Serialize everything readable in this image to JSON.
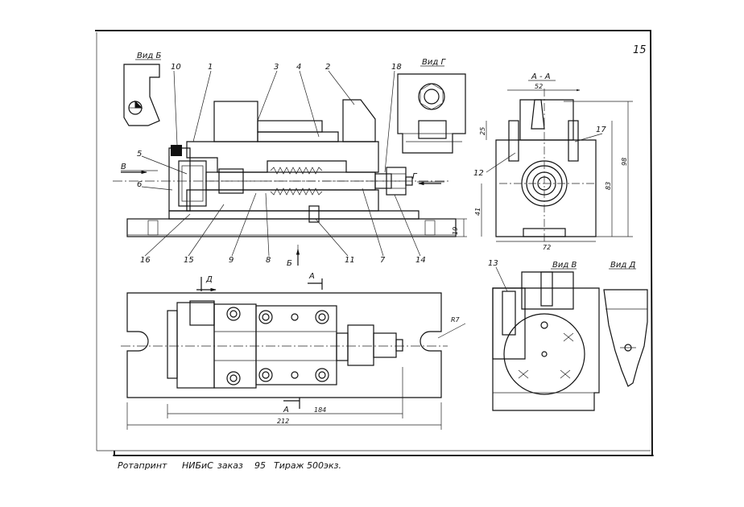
{
  "sheet": {
    "page_number": "15"
  },
  "views": {
    "vid_b": "Вид Б",
    "vid_g": "Вид Г",
    "section_aa": "А - А",
    "vid_v": "Вид В",
    "vid_d": "Вид Д"
  },
  "section_marks": {
    "a": "А",
    "b": "Б",
    "v": "В",
    "g": "Г",
    "d": "Д"
  },
  "parts": [
    "1",
    "2",
    "3",
    "4",
    "5",
    "6",
    "7",
    "8",
    "9",
    "10",
    "11",
    "12",
    "13",
    "14",
    "15",
    "16",
    "17",
    "18"
  ],
  "dimensions": {
    "d52": "52",
    "d25": "25",
    "d98": "98",
    "d83": "83",
    "d41": "41",
    "d72": "72",
    "d19": "19",
    "d184": "184",
    "d212": "212",
    "r7": "R7"
  },
  "footer": {
    "printer": "Ротапринт",
    "institute": "НИБиС",
    "order": "заказ",
    "order_no": "95",
    "circulation": "Тираж 500экз."
  }
}
